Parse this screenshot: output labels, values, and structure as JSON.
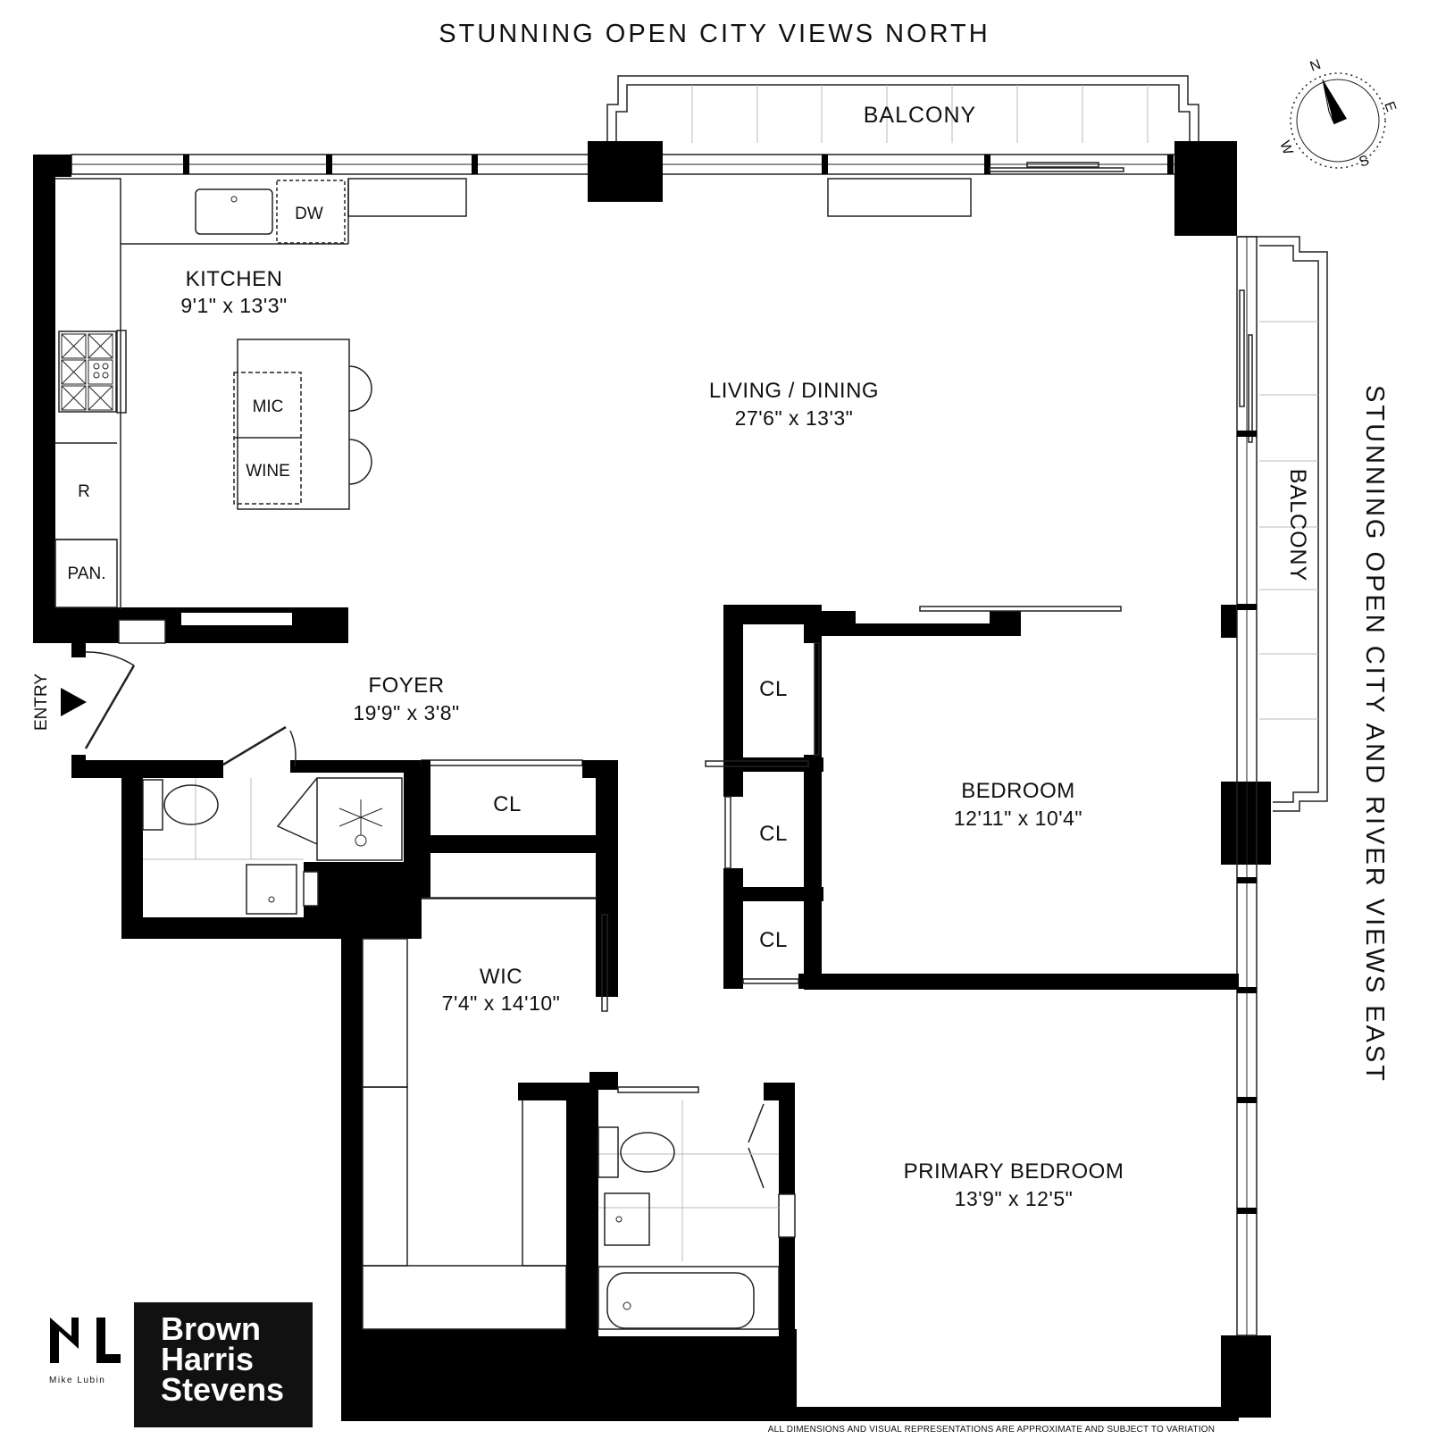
{
  "views": {
    "north": "STUNNING  OPEN  CITY  VIEWS  NORTH",
    "east": "STUNNING  OPEN  CITY  AND  RIVER  VIEWS  EAST"
  },
  "rooms": {
    "kitchen": {
      "name": "KITCHEN",
      "dim": "9'1\" x 13'3\""
    },
    "living": {
      "name": "LIVING / DINING",
      "dim": "27'6\" x 13'3\""
    },
    "foyer": {
      "name": "FOYER",
      "dim": "19'9\" x 3'8\""
    },
    "bedroom": {
      "name": "BEDROOM",
      "dim": "12'11\" x 10'4\""
    },
    "wic": {
      "name": "WIC",
      "dim": "7'4\" x 14'10\""
    },
    "primary": {
      "name": "PRIMARY BEDROOM",
      "dim": "13'9\" x 12'5\""
    }
  },
  "balconies": {
    "north": "BALCONY",
    "east": "BALCONY"
  },
  "fixtures": {
    "dw": "DW",
    "mic": "MIC",
    "wine": "WINE",
    "fridge": "R",
    "pantry": "PAN.",
    "closet": "CL"
  },
  "entry": "ENTRY",
  "compass": {
    "n": "N",
    "e": "E",
    "s": "S",
    "w": "W"
  },
  "brand": {
    "agent": "Mike Lubin",
    "company_line1": "Brown",
    "company_line2": "Harris",
    "company_line3": "Stevens"
  },
  "disclaimer": "ALL DIMENSIONS AND VISUAL REPRESENTATIONS ARE APPROXIMATE AND SUBJECT TO VARIATION",
  "colors": {
    "wall": "#000000",
    "background": "#ffffff",
    "logo_bg": "#111111"
  }
}
